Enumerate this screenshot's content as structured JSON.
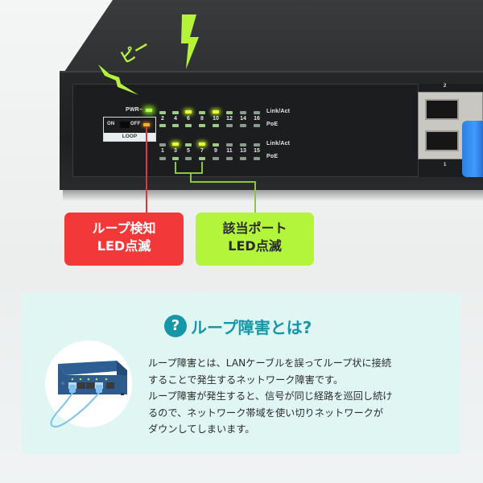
{
  "sound_effect": {
    "text": "ピー",
    "color": "#b6f23a"
  },
  "switch_panel": {
    "pwr_label": "PWR",
    "row_labels": {
      "link_act": "Link/Act",
      "poe": "PoE"
    },
    "even_ports": [
      "2",
      "4",
      "6",
      "8",
      "10",
      "12",
      "14",
      "16"
    ],
    "odd_ports": [
      "1",
      "3",
      "5",
      "7",
      "9",
      "11",
      "13",
      "15"
    ],
    "loop_switch": {
      "on_label": "ON",
      "off_label": "OFF",
      "title": "LOOP"
    },
    "lit_even_link": [
      "6",
      "10"
    ],
    "lit_odd_link": [
      "3",
      "7"
    ],
    "rj45_port_numbers": [
      "2",
      "1"
    ]
  },
  "callouts": {
    "loop_detect": {
      "line1": "ループ検知",
      "line2": "LED点滅",
      "color": "#f23838"
    },
    "affected_port": {
      "line1": "該当ポート",
      "line2": "LED点滅",
      "color": "#b2f53a"
    }
  },
  "info": {
    "icon": "?",
    "title": "ループ障害とは?",
    "accent_color": "#1597a8",
    "body_lines": [
      "ループ障害とは、LANケーブルを誤ってループ状に接続",
      "することで発生するネットワーク障害です。",
      "ループ障害が発生すると、信号が同じ経路を巡回し続け",
      "るので、ネットワーク帯域を使い切りネットワークが",
      "ダウンしてしまいます。"
    ]
  }
}
